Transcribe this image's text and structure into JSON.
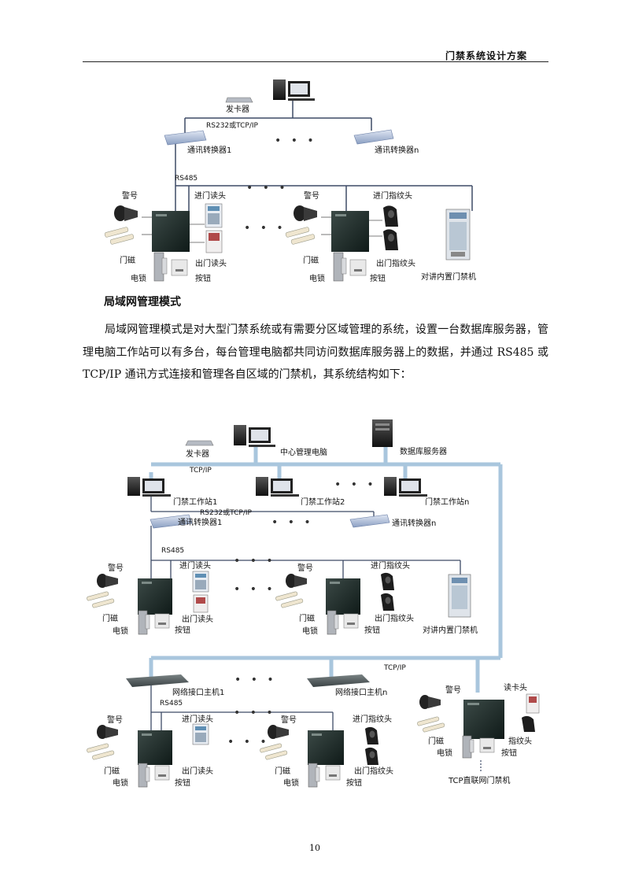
{
  "header": {
    "title": "门禁系统设计方案"
  },
  "diagram1": {
    "card_issuer": "发卡器",
    "link_label": "RS232或TCP/IP",
    "converter_1": "通讯转换器1",
    "converter_n": "通讯转换器n",
    "bus_label": "RS485",
    "alarm": "警号",
    "entry_reader": "进门读头",
    "exit_reader": "出门读头",
    "door_sensor": "门磁",
    "lock": "电锁",
    "button": "按钮",
    "entry_fp": "进门指纹头",
    "exit_fp": "出门指纹头",
    "intercom": "对讲内置门禁机",
    "dots": "• • •"
  },
  "section": {
    "title": "局域网管理模式",
    "paragraph": "局域网管理模式是对大型门禁系统或有需要分区域管理的系统，设置一台数据库服务器，管理电脑工作站可以有多台，每台管理电脑都共同访问数据库服务器上的数据，并通过 RS485 或 TCP/IP 通讯方式连接和管理各自区域的门禁机，其系统结构如下："
  },
  "diagram2": {
    "card_issuer": "发卡器",
    "central_pc": "中心管理电脑",
    "db_server": "数据库服务器",
    "tcpip": "TCP/IP",
    "ws1": "门禁工作站1",
    "ws2": "门禁工作站2",
    "wsn": "门禁工作站n",
    "link_label": "RS232或TCP/IP",
    "converter_1": "通讯转换器1",
    "converter_n": "通讯转换器n",
    "bus_label": "RS485",
    "alarm": "警号",
    "entry_reader": "进门读头",
    "exit_reader": "出门读头",
    "door_sensor": "门磁",
    "lock": "电锁",
    "button": "按钮",
    "entry_fp": "进门指纹头",
    "exit_fp": "出门指纹头",
    "intercom": "对讲内置门禁机",
    "tcpip2": "TCP/IP",
    "net_ctrl_1": "网络接口主机1",
    "net_ctrl_n": "网络接口主机n",
    "bus_label2": "RS485",
    "card_reader": "读卡头",
    "fp_reader": "指纹头",
    "tcp_ctrl": "TCP直联网门禁机",
    "dots": "• • •"
  },
  "footer": {
    "page_number": "10"
  }
}
